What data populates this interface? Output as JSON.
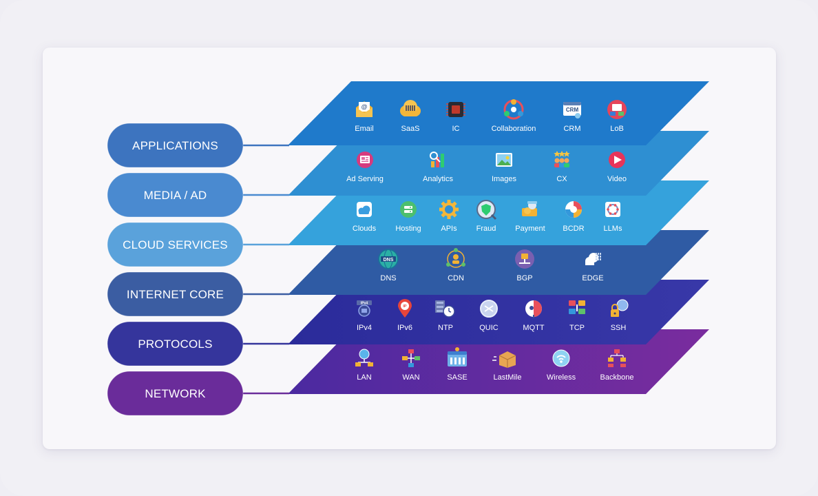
{
  "layers": [
    {
      "name": "APPLICATIONS",
      "color": "#1f7acb",
      "pill_color": "#3d74bf",
      "items": [
        {
          "label": "Email",
          "icon": "email-icon"
        },
        {
          "label": "SaaS",
          "icon": "saas-cloud-icon"
        },
        {
          "label": "IC",
          "icon": "chip-icon"
        },
        {
          "label": "Collaboration",
          "icon": "collaboration-icon"
        },
        {
          "label": "CRM",
          "icon": "crm-icon"
        },
        {
          "label": "LoB",
          "icon": "lob-icon"
        }
      ]
    },
    {
      "name": "MEDIA / AD",
      "color": "#2e8fd2",
      "pill_color": "#4a8ad0",
      "items": [
        {
          "label": "Ad Serving",
          "icon": "ad-serving-icon"
        },
        {
          "label": "Analytics",
          "icon": "analytics-icon"
        },
        {
          "label": "Images",
          "icon": "images-icon"
        },
        {
          "label": "CX",
          "icon": "cx-icon"
        },
        {
          "label": "Video",
          "icon": "video-icon"
        }
      ]
    },
    {
      "name": "CLOUD SERVICES",
      "color": "#35a2dc",
      "pill_color": "#5aa2db",
      "items": [
        {
          "label": "Clouds",
          "icon": "clouds-icon"
        },
        {
          "label": "Hosting",
          "icon": "hosting-icon"
        },
        {
          "label": "APIs",
          "icon": "apis-gear-icon"
        },
        {
          "label": "Fraud",
          "icon": "fraud-shield-icon"
        },
        {
          "label": "Payment",
          "icon": "payment-icon"
        },
        {
          "label": "BCDR",
          "icon": "bcdr-icon"
        },
        {
          "label": "LLMs",
          "icon": "llm-icon"
        }
      ]
    },
    {
      "name": "INTERNET CORE",
      "color": "#2f5ba4",
      "pill_color": "#3b5da2",
      "items": [
        {
          "label": "DNS",
          "icon": "dns-globe-icon"
        },
        {
          "label": "CDN",
          "icon": "cdn-icon"
        },
        {
          "label": "BGP",
          "icon": "bgp-icon"
        },
        {
          "label": "EDGE",
          "icon": "edge-cloud-icon"
        }
      ]
    },
    {
      "name": "PROTOCOLS",
      "color": "#3030a0",
      "pill_color": "#35359c",
      "items": [
        {
          "label": "IPv4",
          "icon": "ipv4-icon"
        },
        {
          "label": "IPv6",
          "icon": "ipv6-pin-icon"
        },
        {
          "label": "NTP",
          "icon": "ntp-clock-icon"
        },
        {
          "label": "QUIC",
          "icon": "quic-icon"
        },
        {
          "label": "MQTT",
          "icon": "mqtt-icon"
        },
        {
          "label": "TCP",
          "icon": "tcp-icon"
        },
        {
          "label": "SSH",
          "icon": "ssh-lock-icon"
        }
      ]
    },
    {
      "name": "NETWORK",
      "color": "#5a2a9e",
      "pill_color": "#6a2c9a",
      "items": [
        {
          "label": "LAN",
          "icon": "lan-icon"
        },
        {
          "label": "WAN",
          "icon": "wan-icon"
        },
        {
          "label": "SASE",
          "icon": "sase-icon"
        },
        {
          "label": "LastMile",
          "icon": "lastmile-box-icon"
        },
        {
          "label": "Wireless",
          "icon": "wireless-icon"
        },
        {
          "label": "Backbone",
          "icon": "backbone-icon"
        }
      ]
    }
  ]
}
